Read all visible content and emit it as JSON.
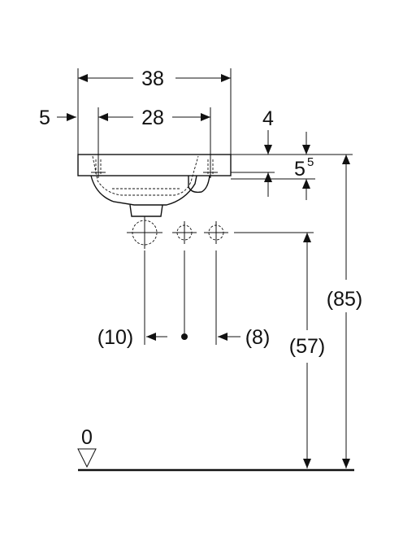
{
  "labels": {
    "width_overall": "38",
    "width_inner": "28",
    "offset_left": "5",
    "rim_height": "4",
    "depth_base": "5",
    "depth_sup": "5",
    "height_total": "(85)",
    "height_supply": "(57)",
    "offset_supply_left": "(10)",
    "offset_supply_right": "(8)",
    "floor_level": "0"
  }
}
